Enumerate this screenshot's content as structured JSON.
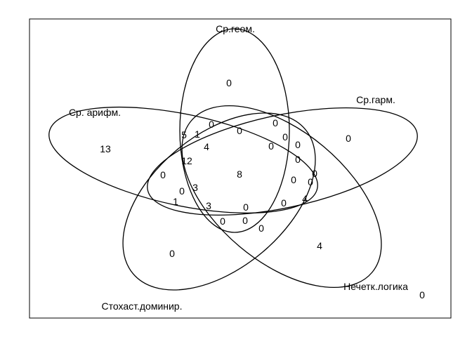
{
  "sets": [
    {
      "key": "geom",
      "label": "Ср.геом."
    },
    {
      "key": "arith",
      "label": "Ср. арифм."
    },
    {
      "key": "harm",
      "label": "Ср.гарм."
    },
    {
      "key": "stoch",
      "label": "Стохаст.доминир."
    },
    {
      "key": "fuzzy",
      "label": "Нечетк.логика"
    }
  ],
  "region_counts": [
    {
      "label": "0"
    },
    {
      "label": "13"
    },
    {
      "label": "0"
    },
    {
      "label": "0"
    },
    {
      "label": "4"
    },
    {
      "label": "0"
    },
    {
      "label": "5"
    },
    {
      "label": "1"
    },
    {
      "label": "0"
    },
    {
      "label": "0"
    },
    {
      "label": "0"
    },
    {
      "label": "0"
    },
    {
      "label": "0"
    },
    {
      "label": "4"
    },
    {
      "label": "0"
    },
    {
      "label": "0"
    },
    {
      "label": "12"
    },
    {
      "label": "0"
    },
    {
      "label": "0"
    },
    {
      "label": "8"
    },
    {
      "label": "0"
    },
    {
      "label": "3"
    },
    {
      "label": "0"
    },
    {
      "label": "0"
    },
    {
      "label": "1"
    },
    {
      "label": "4"
    },
    {
      "label": "3"
    },
    {
      "label": "0"
    },
    {
      "label": "0"
    },
    {
      "label": "0"
    },
    {
      "label": "0"
    },
    {
      "label": "0"
    }
  ],
  "outside_count": "0",
  "colors": {
    "stroke": "#000000",
    "background": "#ffffff"
  }
}
